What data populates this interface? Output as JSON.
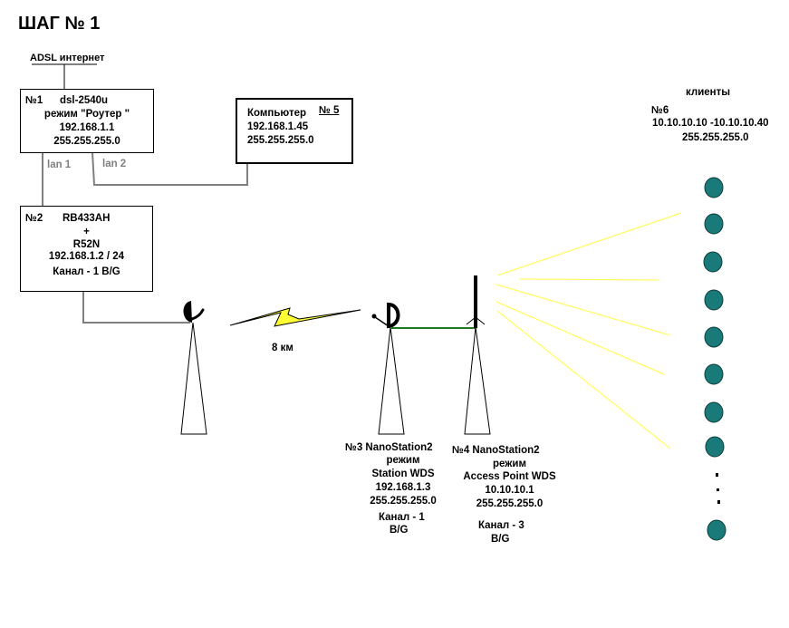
{
  "title": "ШАГ № 1",
  "internet_label": "ADSL интернет",
  "distance_label": "8 км",
  "colors": {
    "cable": "#808080",
    "wireless_beam": "#ffff66",
    "bolt": "#ffff33",
    "ethernet_link": "#1f7a1f",
    "client": "#1a7a7a"
  },
  "devices": {
    "router": {
      "num": "№1",
      "model": "dsl-2540u",
      "mode": "режим \"Роутер \"",
      "ip": "192.168.1.1",
      "mask": "255.255.255.0",
      "ports": [
        "lan 1",
        "lan 2"
      ]
    },
    "computer": {
      "num": "№ 5",
      "name": "Компьютер",
      "ip": "192.168.1.45",
      "mask": "255.255.255.0"
    },
    "routerboard": {
      "num": "№2",
      "model": "RB433AH",
      "plus": "+",
      "card": "R52N",
      "ip": "192.168.1.2 / 24",
      "channel": "Канал - 1  B/G"
    },
    "station": {
      "title": "№3  NanoStation2",
      "mode_label": "режим",
      "mode": "Station WDS",
      "ip": "192.168.1.3",
      "mask": "255.255.255.0",
      "channel": "Канал - 1",
      "band": "B/G"
    },
    "access_point": {
      "title": "№4  NanoStation2",
      "mode_label": "режим",
      "mode": "Access Point WDS",
      "ip": "10.10.10.1",
      "mask": "255.255.255.0",
      "channel": "Канал - 3",
      "band": "B/G"
    },
    "clients": {
      "title": "клиенты",
      "num": "№6",
      "range": "10.10.10.10 -10.10.10.40",
      "mask": "255.255.255.0",
      "count_shown": 9
    }
  }
}
